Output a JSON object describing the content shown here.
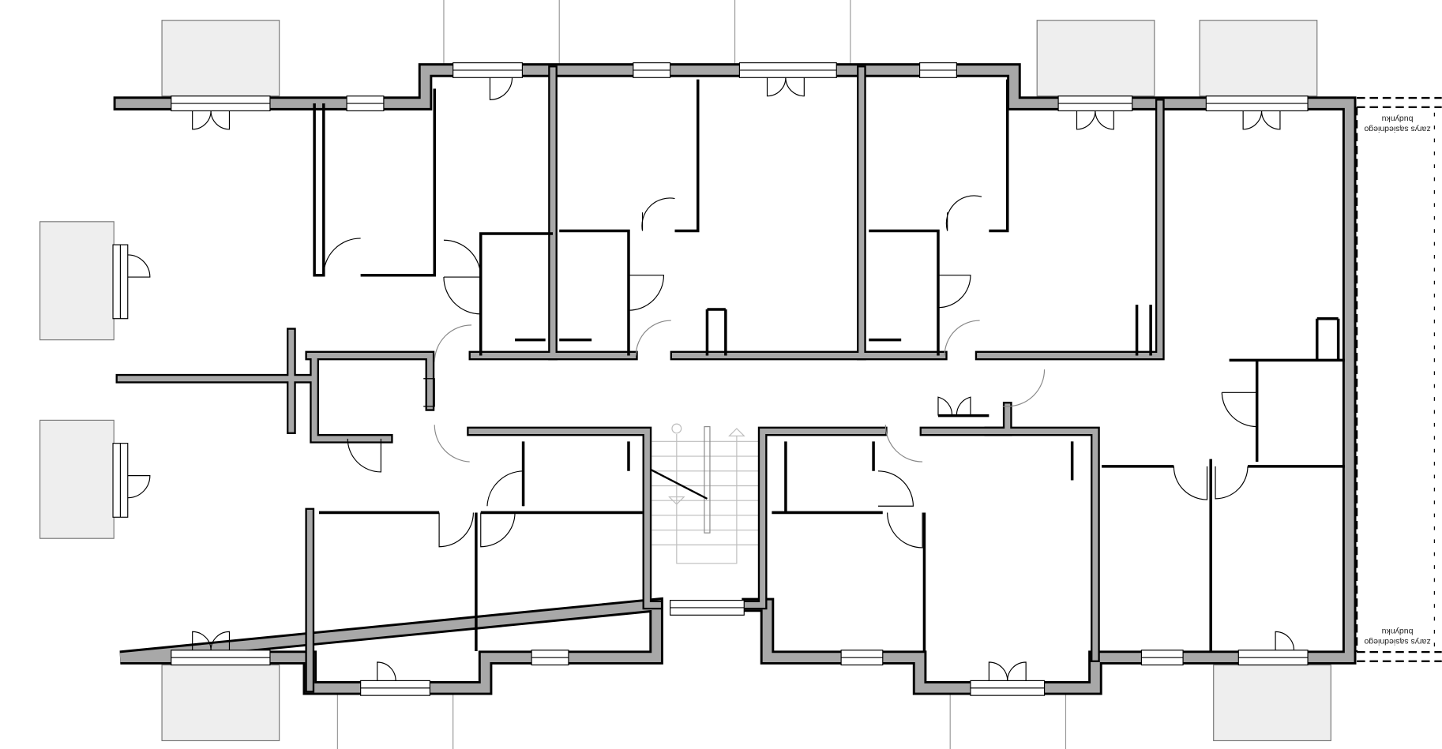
{
  "drawing": {
    "type": "architectural floor plan",
    "adjacent_building_label_top": [
      "zarys sąsiedniego",
      "budynku"
    ],
    "adjacent_building_label_bottom": [
      "zarys sąsiedniego",
      "budynku"
    ],
    "colors": {
      "wall_fill": "#a8a8a8",
      "wall_outline": "#000000",
      "stairs": "#bdbdbd"
    }
  }
}
